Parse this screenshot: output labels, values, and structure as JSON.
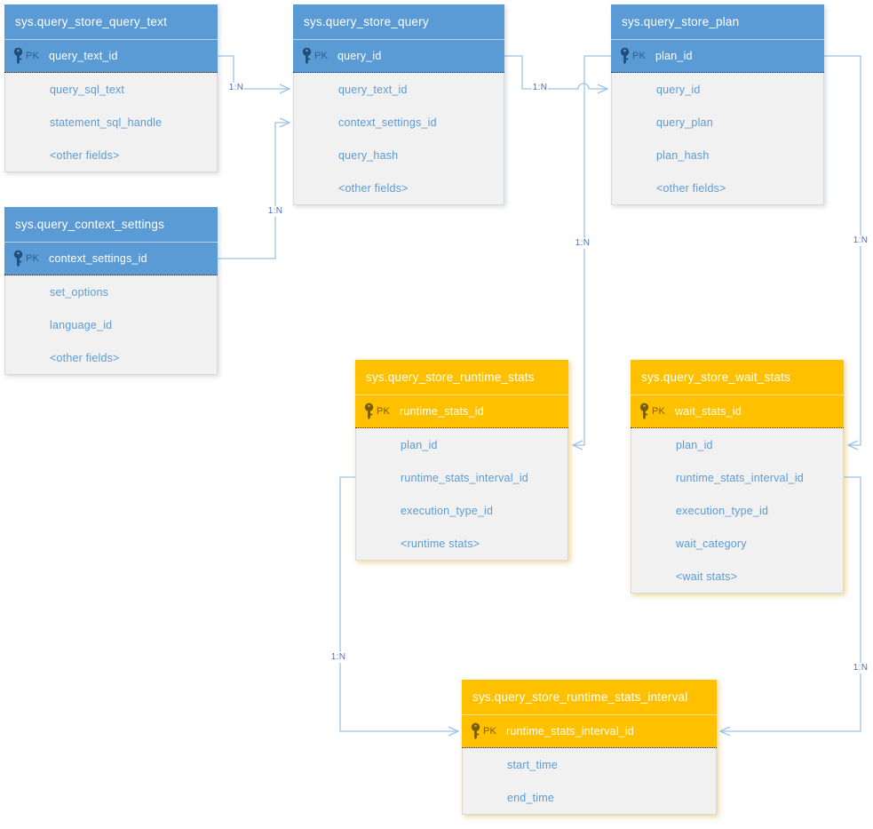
{
  "diagram": {
    "pk_label": "PK",
    "colors": {
      "blue_header": "#5B9BD5",
      "orange_header": "#FFC000",
      "body_background": "#F1F1F1",
      "field_text": "#5B9BD5",
      "connector_line": "#9DC3E6",
      "connector_label_text": "#4472C4",
      "key_icon_blue": "#1F4E79",
      "key_icon_orange": "#7A5C00"
    },
    "icons": {
      "pk": "key-icon"
    },
    "tables": [
      {
        "id": "query_store_query_text",
        "theme": "blue",
        "title": "sys.query_store_query_text",
        "pk": "query_text_id",
        "fields": [
          "query_sql_text",
          "statement_sql_handle",
          "<other fields>"
        ]
      },
      {
        "id": "query_store_query",
        "theme": "blue",
        "title": "sys.query_store_query",
        "pk": "query_id",
        "fields": [
          "query_text_id",
          "context_settings_id",
          "query_hash",
          "<other fields>"
        ]
      },
      {
        "id": "query_store_plan",
        "theme": "blue",
        "title": "sys.query_store_plan",
        "pk": "plan_id",
        "fields": [
          "query_id",
          "query_plan",
          "plan_hash",
          "<other fields>"
        ]
      },
      {
        "id": "query_context_settings",
        "theme": "blue",
        "title": "sys.query_context_settings",
        "pk": "context_settings_id",
        "fields": [
          "set_options",
          "language_id",
          "<other fields>"
        ]
      },
      {
        "id": "query_store_runtime_stats",
        "theme": "orange",
        "title": "sys.query_store_runtime_stats",
        "pk": "runtime_stats_id",
        "fields": [
          "plan_id",
          "runtime_stats_interval_id",
          "execution_type_id",
          "<runtime stats>"
        ]
      },
      {
        "id": "query_store_wait_stats",
        "theme": "orange",
        "title": "sys.query_store_wait_stats",
        "pk": "wait_stats_id",
        "fields": [
          "plan_id",
          "runtime_stats_interval_id",
          "execution_type_id",
          "wait_category",
          "<wait stats>"
        ]
      },
      {
        "id": "query_store_runtime_stats_interval",
        "theme": "orange",
        "title": "sys.query_store_runtime_stats_interval",
        "pk": "runtime_stats_interval_id",
        "fields": [
          "start_time",
          "end_time"
        ]
      }
    ],
    "connectors": [
      {
        "label": "1:N",
        "from": "query_store_query_text.query_text_id",
        "to": "query_store_query.query_text_id"
      },
      {
        "label": "1:N",
        "from": "query_context_settings.context_settings_id",
        "to": "query_store_query.context_settings_id"
      },
      {
        "label": "1:N",
        "from": "query_store_query.query_id",
        "to": "query_store_plan.query_id"
      },
      {
        "label": "1:N",
        "from": "query_store_plan.plan_id",
        "to": "query_store_runtime_stats.plan_id"
      },
      {
        "label": "1:N",
        "from": "query_store_plan.plan_id",
        "to": "query_store_wait_stats.plan_id"
      },
      {
        "label": "1:N",
        "from": "query_store_runtime_stats.runtime_stats_interval_id",
        "to": "query_store_runtime_stats_interval.runtime_stats_interval_id"
      },
      {
        "label": "1:N",
        "from": "query_store_wait_stats.runtime_stats_interval_id",
        "to": "query_store_runtime_stats_interval.runtime_stats_interval_id"
      }
    ]
  }
}
